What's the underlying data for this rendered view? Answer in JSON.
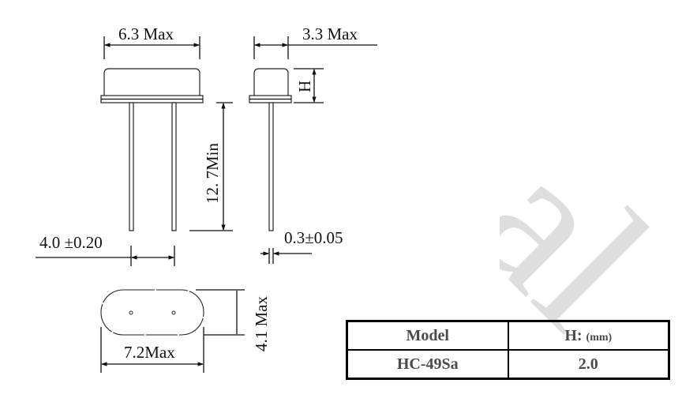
{
  "watermark": "al",
  "dimensions": {
    "width": "6.3  Max",
    "depth": "3.3  Max",
    "height_label": "H",
    "lead_length": "12. 7Min",
    "lead_pitch": "4.0  ±0.20",
    "lead_diameter": "0.3±0.05",
    "base_width": "4.1  Max",
    "base_length": "7.2Max"
  },
  "table": {
    "headers": {
      "model": "Model",
      "h": "H:",
      "h_unit": "(mm)"
    },
    "rows": [
      {
        "model": "HC-49Sa",
        "h": "2.0"
      }
    ]
  }
}
